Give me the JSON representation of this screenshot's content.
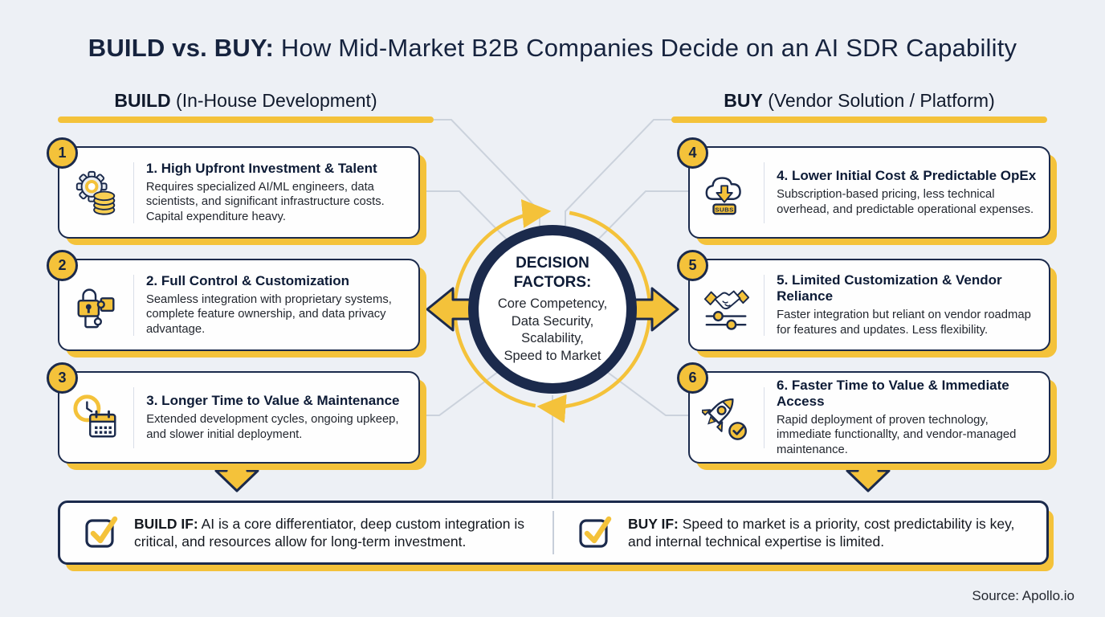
{
  "title": {
    "bold": "BUILD vs. BUY:",
    "rest": " How Mid-Market B2B Companies Decide on an AI SDR Capability"
  },
  "columns": {
    "build": {
      "bold": "BUILD",
      "rest": " (In-House Development)"
    },
    "buy": {
      "bold": "BUY",
      "rest": " (Vendor Solution / Platform)"
    }
  },
  "cards": [
    {
      "number": "1",
      "icon": "gear-coins-icon",
      "title": "1. High Upfront Investment & Talent",
      "body": "Requires specialized AI/ML engineers, data scientists, and significant infrastructure costs. Capital expenditure heavy."
    },
    {
      "number": "2",
      "icon": "lock-puzzle-icon",
      "title": "2. Full Control & Customization",
      "body": "Seamless integration with proprietary systems, complete feature ownership, and data privacy advantage."
    },
    {
      "number": "3",
      "icon": "clock-calendar-icon",
      "title": "3. Longer Time to Value & Maintenance",
      "body": "Extended development cycles, ongoing upkeep, and slower initial deployment."
    },
    {
      "number": "4",
      "icon": "cloud-subscription-icon",
      "icon_label": "SUBS",
      "title": "4. Lower Initial Cost & Predictable OpEx",
      "body": "Subscription-based pricing, less technical overhead, and predictable operational expenses."
    },
    {
      "number": "5",
      "icon": "handshake-sliders-icon",
      "title": "5. Limited Customization & Vendor Reliance",
      "body": "Faster integration but reliant on vendor roadmap for features and updates. Less flexibility."
    },
    {
      "number": "6",
      "icon": "rocket-check-icon",
      "title": "6. Faster Time to Value & Immediate Access",
      "body": "Rapid deployment of proven technology, immediate functionallty, and vendor-managed maintenance."
    }
  ],
  "center": {
    "heading": "DECISION FACTORS:",
    "lines": [
      "Core Competency,",
      "Data Security,",
      "Scalability,",
      "Speed to Market"
    ]
  },
  "footer": {
    "build_if": {
      "icon": "checkbox-check-icon",
      "bold": "BUILD IF:",
      "rest": " AI is a core differentiator, deep custom integration is critical, and resources allow for long-term investment."
    },
    "buy_if": {
      "icon": "checkbox-check-icon",
      "bold": "BUY IF:",
      "rest": " Speed to market is a priority, cost predictability is key, and internal technical expertise is limited."
    }
  },
  "source": "Source: Apollo.io",
  "colors": {
    "accent_yellow": "#F4C23A",
    "navy": "#1B2A4C",
    "background": "#EDF0F5"
  }
}
